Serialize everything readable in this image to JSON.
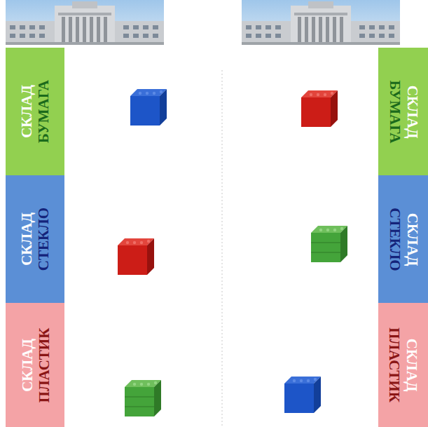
{
  "diagram": {
    "nodes": [
      {
        "text": [
          "СКЛАД",
          "БУМАГА"
        ]
      },
      {
        "text": [
          "СКЛАД",
          "СТЕКЛО"
        ]
      },
      {
        "text": [
          "СКЛАД",
          "ПЛАСТИК"
        ]
      },
      {
        "text": [
          "СКЛАД",
          "БУМАГА"
        ]
      },
      {
        "text": [
          "СКЛАД",
          "СТЕКЛО"
        ]
      },
      {
        "text": [
          "СКЛАД",
          "ПЛАСТИК"
        ]
      }
    ]
  }
}
